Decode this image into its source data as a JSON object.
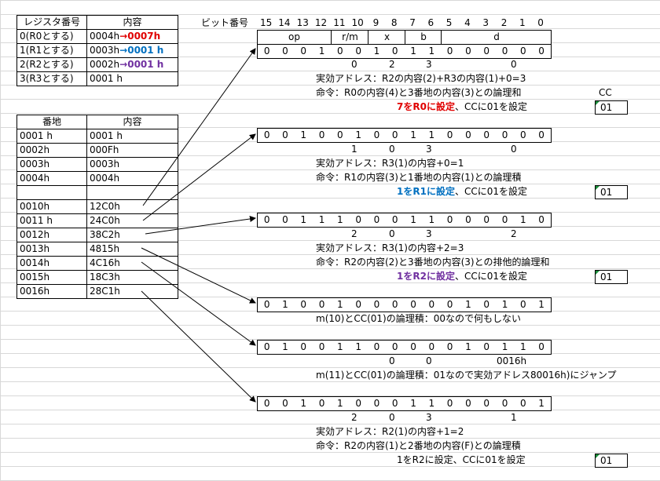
{
  "reg_table": {
    "headers": [
      "レジスタ番号",
      "内容"
    ],
    "rows": [
      {
        "reg": "0(R0とする)",
        "val": "0004h",
        "arrow": "→",
        "new": "0007h",
        "color": "red"
      },
      {
        "reg": "1(R1とする)",
        "val": "0003h",
        "arrow": "→",
        "new": "0001 h",
        "color": "blue"
      },
      {
        "reg": "2(R2とする)",
        "val": "0002h",
        "arrow": "→",
        "new": "0001 h",
        "color": "purple"
      },
      {
        "reg": "3(R3とする)",
        "val": "0001 h",
        "arrow": "",
        "new": "",
        "color": ""
      }
    ]
  },
  "mem_table": {
    "headers": [
      "番地",
      "内容"
    ],
    "rows": [
      {
        "addr": "0001 h",
        "val": "0001 h"
      },
      {
        "addr": "0002h",
        "val": "000Fh"
      },
      {
        "addr": "0003h",
        "val": "0003h"
      },
      {
        "addr": "0004h",
        "val": "0004h"
      },
      {
        "addr": "",
        "val": ""
      },
      {
        "addr": "0010h",
        "val": "12C0h"
      },
      {
        "addr": "0011 h",
        "val": "24C0h"
      },
      {
        "addr": "0012h",
        "val": "38C2h"
      },
      {
        "addr": "0013h",
        "val": "4815h"
      },
      {
        "addr": "0014h",
        "val": "4C16h"
      },
      {
        "addr": "0015h",
        "val": "18C3h"
      },
      {
        "addr": "0016h",
        "val": "28C1h"
      }
    ]
  },
  "bit_header": {
    "label": "ビット番号",
    "bits": [
      "15",
      "14",
      "13",
      "12",
      "11",
      "10",
      "9",
      "8",
      "7",
      "6",
      "5",
      "4",
      "3",
      "2",
      "1",
      "0"
    ]
  },
  "fields": {
    "op": "op",
    "rm": "r/m",
    "x": "x",
    "b": "b",
    "d": "d"
  },
  "cc_label": "CC",
  "blocks": [
    {
      "bits": [
        "0",
        "0",
        "0",
        "1",
        "0",
        "0",
        "1",
        "0",
        "1",
        "1",
        "0",
        "0",
        "0",
        "0",
        "0",
        "0"
      ],
      "values": {
        "rm": "0",
        "x": "2",
        "b": "3",
        "d": "0"
      },
      "addr_line": "実効アドレス：R2の内容(2)+R3の内容(1)+0=3",
      "inst_line": "命令：R0の内容(4)と3番地の内容(3)との論理和",
      "result_colored": "7をR0に設定",
      "result_rest": "、CCに01を設定",
      "cc": "01"
    },
    {
      "bits": [
        "0",
        "0",
        "1",
        "0",
        "0",
        "1",
        "0",
        "0",
        "1",
        "1",
        "0",
        "0",
        "0",
        "0",
        "0",
        "0"
      ],
      "values": {
        "rm": "1",
        "x": "0",
        "b": "3",
        "d": "0"
      },
      "addr_line": "実効アドレス：R3(1)の内容+0=1",
      "inst_line": "命令：R1の内容(3)と1番地の内容(1)との論理積",
      "result_colored": "1をR1に設定",
      "result_rest": "、CCに01を設定",
      "cc": "01"
    },
    {
      "bits": [
        "0",
        "0",
        "1",
        "1",
        "1",
        "0",
        "0",
        "0",
        "1",
        "1",
        "0",
        "0",
        "0",
        "0",
        "1",
        "0"
      ],
      "values": {
        "rm": "2",
        "x": "0",
        "b": "3",
        "d": "2"
      },
      "addr_line": "実効アドレス：R3(1)の内容+2=3",
      "inst_line": "命令：R2の内容(2)と3番地の内容(3)との排他的論理和",
      "result_colored": "1をR2に設定",
      "result_rest": "、CCに01を設定",
      "cc": "01"
    },
    {
      "bits": [
        "0",
        "1",
        "0",
        "0",
        "1",
        "0",
        "0",
        "0",
        "0",
        "0",
        "0",
        "1",
        "0",
        "1",
        "0",
        "1"
      ],
      "note": "m(10)とCC(01)の論理積：00なので何もしない"
    },
    {
      "bits": [
        "0",
        "1",
        "0",
        "0",
        "1",
        "1",
        "0",
        "0",
        "0",
        "0",
        "0",
        "1",
        "0",
        "1",
        "1",
        "0"
      ],
      "values": {
        "x": "0",
        "b": "0",
        "d": "0016h"
      },
      "note": "m(11)とCC(01)の論理積：01なので実効アドレス80016h)にジャンプ"
    },
    {
      "bits": [
        "0",
        "0",
        "1",
        "0",
        "1",
        "0",
        "0",
        "0",
        "1",
        "1",
        "0",
        "0",
        "0",
        "0",
        "0",
        "1"
      ],
      "values": {
        "rm": "2",
        "x": "0",
        "b": "3",
        "d": "1"
      },
      "addr_line": "実効アドレス：R2(1)の内容+1=2",
      "inst_line": "命令：R2の内容(1)と2番地の内容(F)との論理積",
      "result_plain": "1をR2に設定、CCに01を設定",
      "cc": "01"
    }
  ]
}
